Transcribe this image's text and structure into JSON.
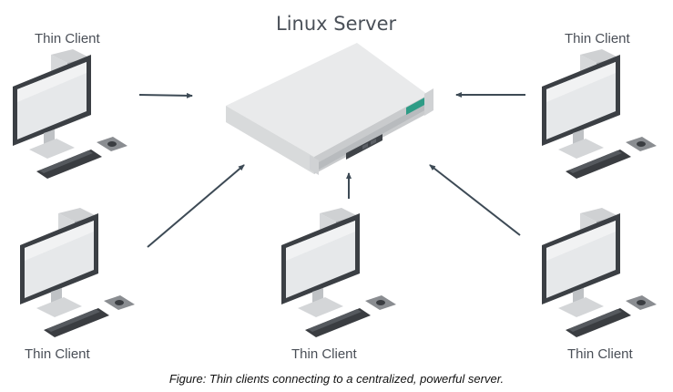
{
  "diagram": {
    "server_label": "Linux Server",
    "clients": [
      {
        "label": "Thin Client"
      },
      {
        "label": "Thin Client"
      },
      {
        "label": "Thin Client"
      },
      {
        "label": "Thin Client"
      },
      {
        "label": "Thin Client"
      }
    ],
    "caption": "Figure: Thin clients connecting to a centralized, powerful server.",
    "colors": {
      "arrow": "#3d4a55",
      "text": "#4a4f57",
      "server_body": "#e9eaeb",
      "server_accent": "#2e9c86",
      "monitor_frame": "#3b3f44",
      "screen": "#e6e8ea"
    }
  }
}
